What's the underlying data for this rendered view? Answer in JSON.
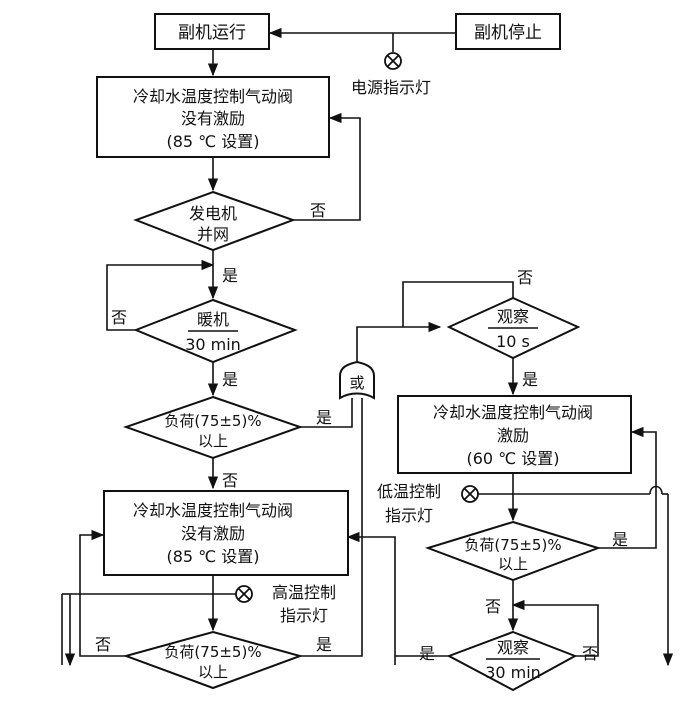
{
  "boxes": {
    "aux_run": "副机运行",
    "aux_stop": "副机停止",
    "box_top": [
      "冷却水温度控制气动阀",
      "没有激励",
      "(85 ℃ 设置)"
    ],
    "box_mid_left": [
      "冷却水温度控制气动阀",
      "没有激励",
      "(85 ℃ 设置)"
    ],
    "box_right": [
      "冷却水温度控制气动阀",
      "激励",
      "(60 ℃ 设置)"
    ]
  },
  "diamonds": {
    "generator": [
      "发电机",
      "并网"
    ],
    "warmup": [
      "暖机",
      "30 min"
    ],
    "load_1": [
      "负荷(75±5)%",
      "以上"
    ],
    "load_2": [
      "负荷(75±5)%",
      "以上"
    ],
    "load_3": [
      "负荷(75±5)%",
      "以上"
    ],
    "observe_10s": [
      "观察",
      "10 s"
    ],
    "observe_30min": [
      "观察",
      "30 min"
    ]
  },
  "or_gate": "或",
  "lamps": {
    "power": "电源指示灯",
    "low_temp": [
      "低温控制",
      "指示灯"
    ],
    "high_temp": [
      "高温控制",
      "指示灯"
    ]
  },
  "labels": {
    "yes": "是",
    "no": "否"
  }
}
